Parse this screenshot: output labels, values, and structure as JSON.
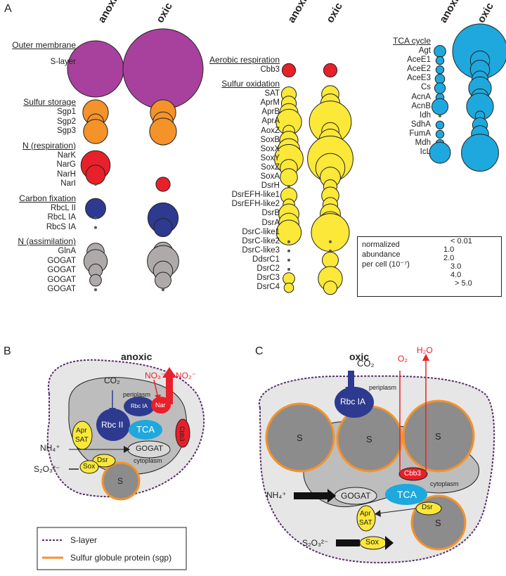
{
  "panels": {
    "a": "A",
    "b": "B",
    "c": "C"
  },
  "columns": {
    "anoxic": "anoxic",
    "oxic": "oxic"
  },
  "colors": {
    "purple": "#a8419d",
    "orange": "#f5922a",
    "red": "#e8202a",
    "blue": "#2e3a8f",
    "gray": "#aeaaaa",
    "yellow": "#fbe839",
    "cyan": "#1fa8dd"
  },
  "col1": {
    "groups": [
      {
        "header": "Outer membrane",
        "items": [
          {
            "label": "S-layer",
            "anoxic": 5.2,
            "oxic": 9.0,
            "color": "purple"
          }
        ]
      },
      {
        "header": "Sulfur storage",
        "items": [
          {
            "label": "Sgp1",
            "anoxic": 1.6,
            "oxic": 1.6,
            "color": "orange"
          },
          {
            "label": "Sgp2",
            "anoxic": 0.5,
            "oxic": 0.9,
            "color": "orange"
          },
          {
            "label": "Sgp3",
            "anoxic": 1.4,
            "oxic": 1.8,
            "color": "orange"
          }
        ]
      },
      {
        "header": "N (respiration)",
        "items": [
          {
            "label": "NarK",
            "anoxic": 0.02,
            "oxic": 0,
            "color": "red"
          },
          {
            "label": "NarG",
            "anoxic": 2.2,
            "oxic": 0,
            "color": "red"
          },
          {
            "label": "NarH",
            "anoxic": 0.8,
            "oxic": 0,
            "color": "red"
          },
          {
            "label": "NarI",
            "anoxic": 0.01,
            "oxic": 0.35,
            "color": "red"
          }
        ]
      },
      {
        "header": "Carbon fixation",
        "items": [
          {
            "label": "RbcL II",
            "anoxic": 0.9,
            "oxic": 0,
            "color": "blue"
          },
          {
            "label": "RbcL IA",
            "anoxic": 0.01,
            "oxic": 2.4,
            "color": "blue"
          },
          {
            "label": "RbcS IA",
            "anoxic": 0.01,
            "oxic": 0.7,
            "color": "blue"
          }
        ]
      },
      {
        "header": "N (assimilation)",
        "items": [
          {
            "label": "GlnA",
            "anoxic": 0.6,
            "oxic": 0.8,
            "color": "gray"
          },
          {
            "label": "GOGAT",
            "anoxic": 1.3,
            "oxic": 2.6,
            "color": "gray"
          },
          {
            "label": "GOGAT",
            "anoxic": 0.3,
            "oxic": 0.8,
            "color": "gray"
          },
          {
            "label": "GOGAT",
            "anoxic": 0.2,
            "oxic": 0.5,
            "color": "gray"
          },
          {
            "label": "GOGAT",
            "anoxic": 0.01,
            "oxic": 0.01,
            "color": "gray"
          }
        ]
      }
    ]
  },
  "col2": {
    "groups": [
      {
        "header": "Aerobic respiration",
        "items": [
          {
            "label": "Cbb3",
            "anoxic": 0.3,
            "oxic": 0.3,
            "color": "red"
          }
        ]
      },
      {
        "header": "Sulfur oxidation",
        "items": [
          {
            "label": "SAT",
            "anoxic": 0.4,
            "oxic": 0.6,
            "color": "yellow"
          },
          {
            "label": "AprM",
            "anoxic": 0.4,
            "oxic": 0.8,
            "color": "yellow"
          },
          {
            "label": "AprB",
            "anoxic": 0.7,
            "oxic": 1.0,
            "color": "yellow"
          },
          {
            "label": "AprA",
            "anoxic": 1.6,
            "oxic": 5.0,
            "color": "yellow"
          },
          {
            "label": "AoxZ",
            "anoxic": 0.2,
            "oxic": 0.6,
            "color": "yellow"
          },
          {
            "label": "SoxB",
            "anoxic": 0.7,
            "oxic": 1.2,
            "color": "yellow"
          },
          {
            "label": "SoxX",
            "anoxic": 1.1,
            "oxic": 1.6,
            "color": "yellow"
          },
          {
            "label": "SoxY",
            "anoxic": 2.1,
            "oxic": 6.0,
            "color": "yellow"
          },
          {
            "label": "SoxZ",
            "anoxic": 0.6,
            "oxic": 2.2,
            "color": "yellow"
          },
          {
            "label": "SoxA",
            "anoxic": 0.6,
            "oxic": 0.9,
            "color": "yellow"
          },
          {
            "label": "DsrH",
            "anoxic": 0.01,
            "oxic": 0.3,
            "color": "yellow"
          },
          {
            "label": "DsrEFH-like1",
            "anoxic": 0.5,
            "oxic": 0.6,
            "color": "yellow"
          },
          {
            "label": "DsrEFH-like2",
            "anoxic": 0.2,
            "oxic": 0.4,
            "color": "yellow"
          },
          {
            "label": "DsrB",
            "anoxic": 0.9,
            "oxic": 0.9,
            "color": "yellow"
          },
          {
            "label": "DsrA",
            "anoxic": 0.9,
            "oxic": 1.3,
            "color": "yellow"
          },
          {
            "label": "DsrC-like1",
            "anoxic": 1.5,
            "oxic": 4.0,
            "color": "yellow"
          },
          {
            "label": "DsrC-like2",
            "anoxic": 0.01,
            "oxic": 0.01,
            "color": "yellow"
          },
          {
            "label": "DsrC-like3",
            "anoxic": 0.01,
            "oxic": 0.01,
            "color": "yellow"
          },
          {
            "label": "DdsrC1",
            "anoxic": 0.01,
            "oxic": 0.5,
            "color": "yellow"
          },
          {
            "label": "DsrC2",
            "anoxic": 0.01,
            "oxic": 0.01,
            "color": "yellow"
          },
          {
            "label": "DsrC3",
            "anoxic": 0.2,
            "oxic": 1.4,
            "color": "yellow"
          },
          {
            "label": "DsrC4",
            "anoxic": 0.1,
            "oxic": 0.3,
            "color": "yellow"
          }
        ]
      }
    ]
  },
  "col3": {
    "groups": [
      {
        "header": "TCA cycle",
        "items": [
          {
            "label": "Agt",
            "anoxic": 0.2,
            "oxic": 9.0,
            "color": "cyan"
          },
          {
            "label": "AceE1",
            "anoxic": 0.05,
            "oxic": 0.8,
            "color": "cyan"
          },
          {
            "label": "AceE2",
            "anoxic": 0.05,
            "oxic": 0.8,
            "color": "cyan"
          },
          {
            "label": "AceE3",
            "anoxic": 0.1,
            "oxic": 0.5,
            "color": "cyan"
          },
          {
            "label": "Cs",
            "anoxic": 0.15,
            "oxic": 1.2,
            "color": "cyan"
          },
          {
            "label": "AcnA",
            "anoxic": 0.05,
            "oxic": 0.6,
            "color": "cyan"
          },
          {
            "label": "AcnB",
            "anoxic": 0.5,
            "oxic": 1.8,
            "color": "cyan"
          },
          {
            "label": "Idh",
            "anoxic": 0.01,
            "oxic": 0.1,
            "color": "cyan"
          },
          {
            "label": "SdhA",
            "anoxic": 0.05,
            "oxic": 0.4,
            "color": "cyan"
          },
          {
            "label": "FumA",
            "anoxic": 0.05,
            "oxic": 0.6,
            "color": "cyan"
          },
          {
            "label": "Mdh",
            "anoxic": 0.05,
            "oxic": 0.5,
            "color": "cyan"
          },
          {
            "label": "IcL",
            "anoxic": 1.0,
            "oxic": 3.8,
            "color": "cyan"
          }
        ]
      }
    ]
  },
  "legend": {
    "title_lines": [
      "normalized",
      "abundance",
      "per cell (10⁻⁷)"
    ],
    "entries": [
      "< 0.01",
      "1.0",
      "2.0",
      "3.0",
      "4.0",
      "> 5.0"
    ]
  },
  "panel_b": {
    "title": "anoxic",
    "co2": "CO₂",
    "no3": "NO₃⁻",
    "no2": "NO₂⁻",
    "periplasm": "periplasm",
    "cytoplasm": "cytoplasm",
    "rbc2": "Rbc II",
    "rbcia": "Rbc IA",
    "nar": "Nar",
    "tca": "TCA",
    "cbb3": "Cbb3",
    "apr": "Apr",
    "sat": "SAT",
    "gogat": "GOGAT",
    "nh4": "NH₄⁺",
    "dsr": "Dsr",
    "s2o3": "S₂O₃²⁻",
    "sox": "Sox",
    "s": "S"
  },
  "panel_c": {
    "title": "oxic",
    "co2": "CO₂",
    "o2": "O₂",
    "h2o": "H₂O",
    "periplasm": "periplasm",
    "cytoplasm": "cytoplasm",
    "rbcia": "Rbc IA",
    "cbb3": "Cbb3",
    "tca": "TCA",
    "gogat": "GOGAT",
    "nh4": "NH₄⁺",
    "dsr": "Dsr",
    "apr": "Apr",
    "sat": "SAT",
    "s2o3": "S₂O₃²⁻",
    "sox": "Sox",
    "s": "S"
  },
  "bottom_legend": {
    "slayer": "S-layer",
    "sgp": "Sulfur globule protein (sgp)"
  }
}
